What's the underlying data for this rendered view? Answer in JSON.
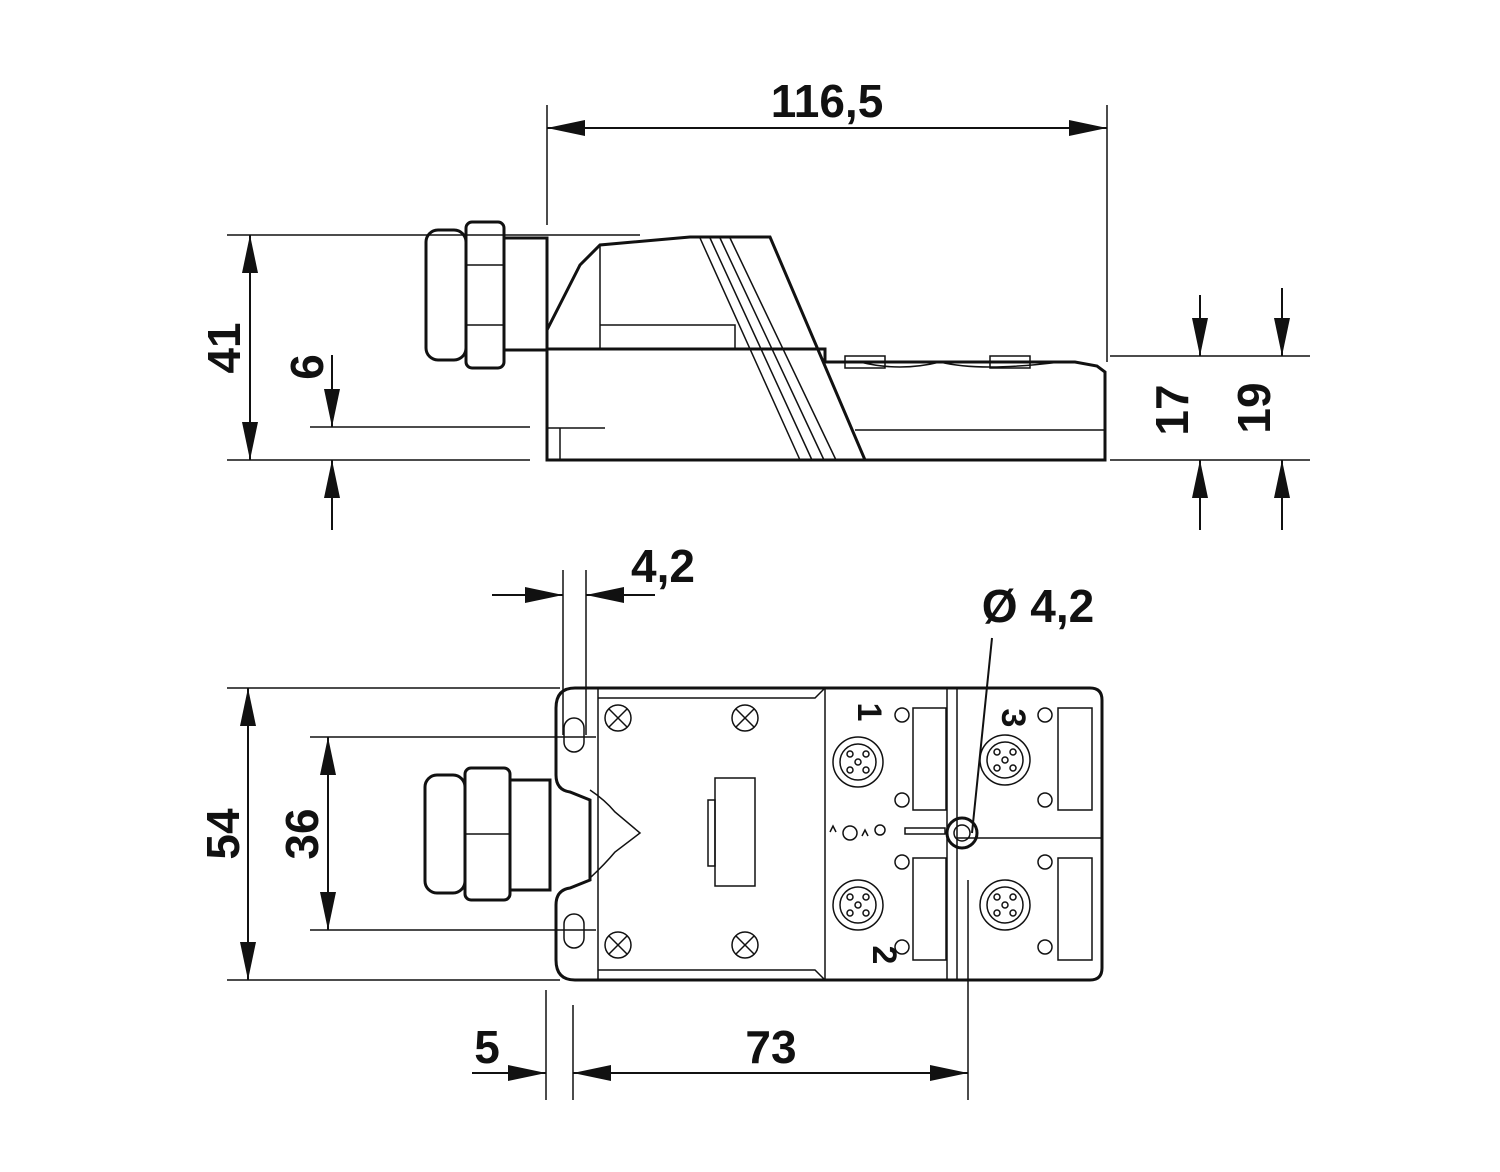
{
  "side_view": {
    "overall_length": "116,5",
    "overall_height": "41",
    "base_offset": "6",
    "housing_height_17": "17",
    "housing_height_19": "19"
  },
  "top_view": {
    "hole_width": "4,2",
    "hole_diameter": "Ø 4,2",
    "overall_width": "54",
    "hole_spacing": "36",
    "edge_offset": "5",
    "hole_to_center": "73",
    "port_labels": [
      "1",
      "2",
      "3"
    ]
  }
}
